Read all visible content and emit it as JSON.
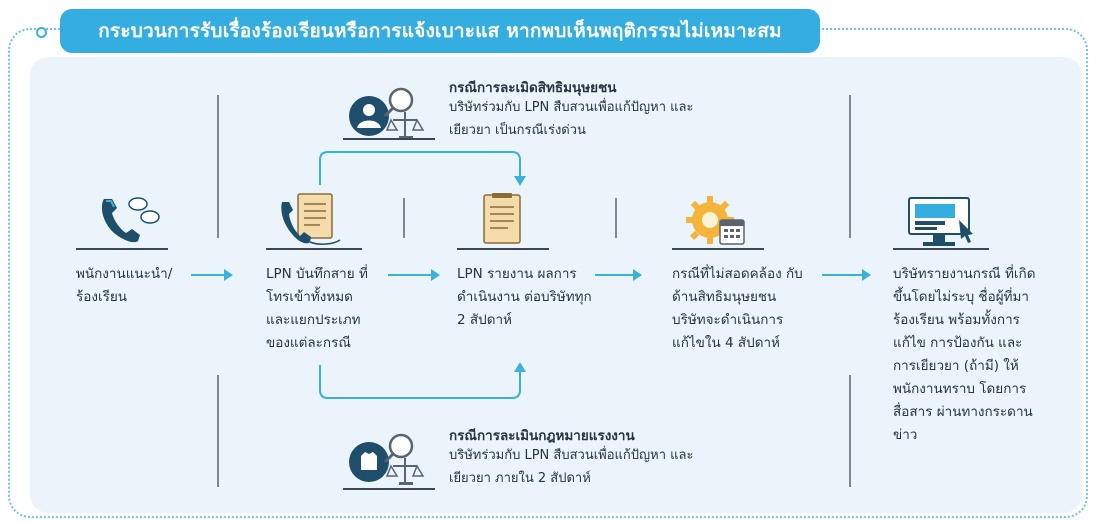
{
  "title": "กระบวนการรับเรื่องร้องเรียนหรือการแจ้งเบาะแส หากพบเห็นพฤติกรรมไม่เหมาะสม",
  "steps": [
    {
      "text": "พนักงานแนะนำ/ ร้องเรียน",
      "icon": "telephone-speech-icon"
    },
    {
      "text": "LPN บันทึกสาย ที่โทรเข้าทั้งหมด และแยกประเภท ของแต่ละกรณี",
      "icon": "phone-document-icon"
    },
    {
      "text": "LPN รายงาน ผลการดำเนินงาน ต่อบริษัททุก 2 สัปดาห์",
      "icon": "report-document-icon"
    },
    {
      "text": "กรณีที่ไม่สอดคล้อง กับด้านสิทธิมนุษยชน บริษัทจะดำเนินการ แก้ไขใน 4 สัปดาห์",
      "icon": "gear-calendar-icon"
    },
    {
      "text": "บริษัทรายงานกรณี ที่เกิดขึ้นโดยไม่ระบุ ชื่อผู้ที่มาร้องเรียน พร้อมทั้งการแก้ไข การป้องกัน และการเยียวยา (ถ้ามี) ให้พนักงานทราบ โดยการสื่อสาร ผ่านทางกระดานข่าว",
      "icon": "monitor-board-icon"
    }
  ],
  "cases": {
    "human_rights": {
      "title": "กรณีการละเมิดสิทธิมนุษยชน",
      "desc": "บริษัทร่วมกับ LPN สืบสวนเพื่อแก้ปัญหา และเยียวยา เป็นกรณีเร่งด่วน",
      "icon": "person-magnifier-scale-icon"
    },
    "labor_law": {
      "title": "กรณีการละเมินกฎหมายแรงงาน",
      "desc": "บริษัทร่วมกับ LPN สืบสวนเพื่อแก้ปัญหา และเยียวยา ภายใน 2 สัปดาห์",
      "icon": "fist-magnifier-scale-icon"
    }
  },
  "colors": {
    "accent": "#34aee0",
    "panel": "#eaf4fa",
    "icon_dark": "#1f4e6b",
    "paper": "#f3dca9"
  }
}
